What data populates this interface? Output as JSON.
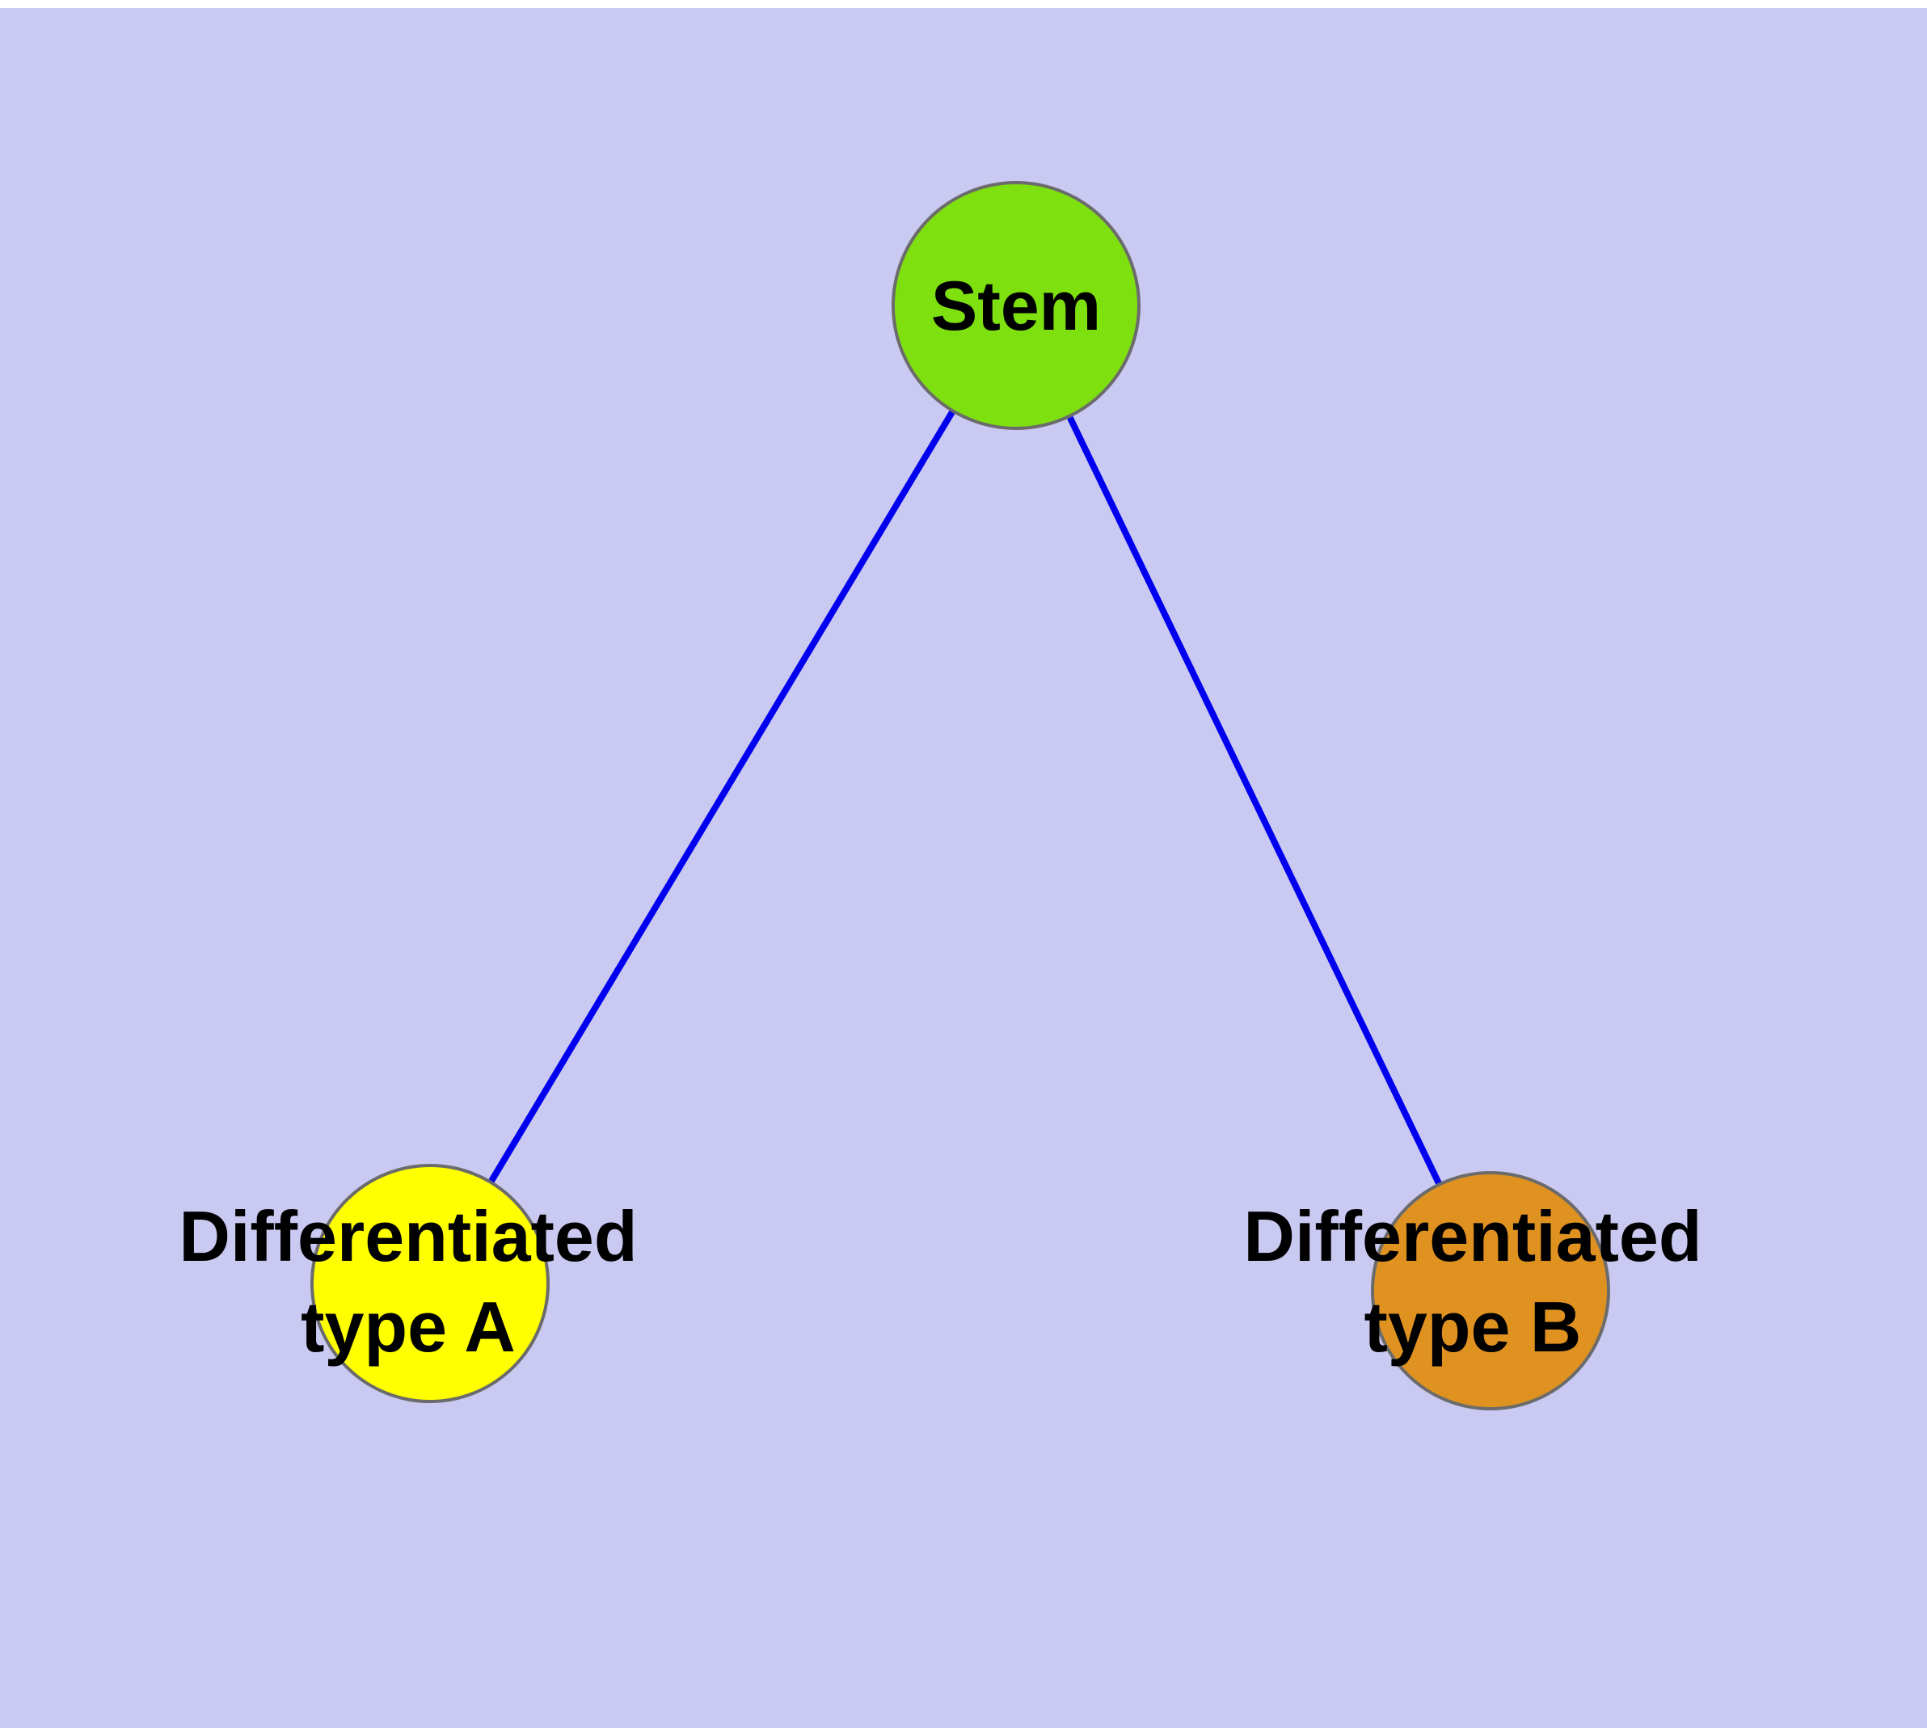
{
  "diagram": {
    "type": "graph",
    "background_color": "#c9c9f2",
    "edge_color": "#0000ee",
    "node_border_color": "#6b6b6b",
    "nodes": [
      {
        "id": "stem",
        "label": "Stem",
        "fill": "#7fe010"
      },
      {
        "id": "differentiated-type-a",
        "label_line1": "Differentiated",
        "label_line2": "type A",
        "fill": "#ffff00"
      },
      {
        "id": "differentiated-type-b",
        "label_line1": "Differentiated",
        "label_line2": "type B",
        "fill": "#e09221"
      }
    ],
    "edges": [
      {
        "from": "stem",
        "to": "differentiated-type-a"
      },
      {
        "from": "stem",
        "to": "differentiated-type-b"
      }
    ]
  }
}
